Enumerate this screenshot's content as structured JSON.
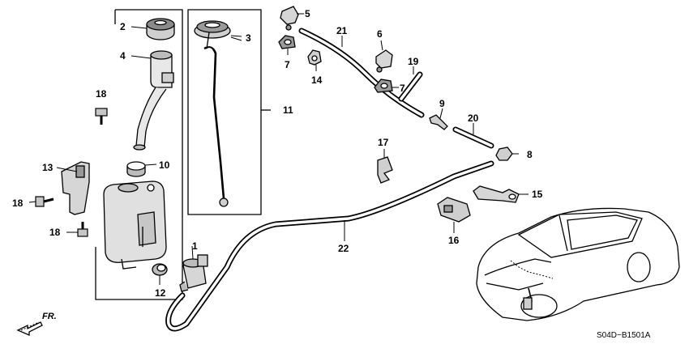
{
  "diagram": {
    "drawing_code": "S04D−B1501A",
    "direction_label": "FR.",
    "part_labels": {
      "p1": "1",
      "p2": "2",
      "p3": "3",
      "p4": "4",
      "p5": "5",
      "p6": "6",
      "p7a": "7",
      "p7b": "7",
      "p8": "8",
      "p9": "9",
      "p10": "10",
      "p11": "11",
      "p12": "12",
      "p13": "13",
      "p14": "14",
      "p15": "15",
      "p16": "16",
      "p17": "17",
      "p18a": "18",
      "p18b": "18",
      "p18c": "18",
      "p19": "19",
      "p20": "20",
      "p21": "21",
      "p22": "22"
    }
  }
}
